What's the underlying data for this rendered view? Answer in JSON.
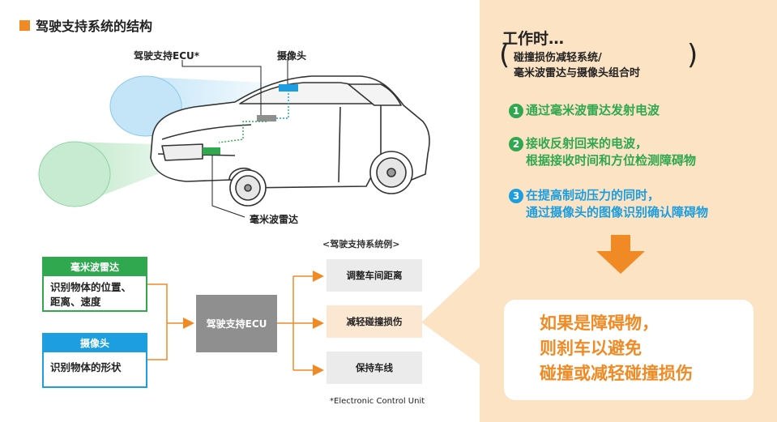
{
  "colors": {
    "orange": "#f08a24",
    "radar_green": "#2fa84f",
    "camera_blue": "#1c9ee0",
    "ecu_gray": "#8f8f8f",
    "right_bg": "#fce3c3",
    "highlight_box": "#fbe7d2"
  },
  "main_title": "驾驶支持系统的结构",
  "car_callouts": {
    "ecu": "驾驶支持ECU*",
    "camera": "摄像头",
    "radar": "毫米波雷达"
  },
  "inputs": {
    "radar": {
      "header": "毫米波雷达",
      "body": "识别物体的位置、距离、速度"
    },
    "camera": {
      "header": "摄像头",
      "body": "识别物体的形状"
    }
  },
  "ecu_box": "驾驶支持ECU",
  "examples_label": "<驾驶支持系统例>",
  "outputs": [
    "调整车间距离",
    "减轻碰撞损伤",
    "保持车线"
  ],
  "footnote": "*Electronic Control Unit",
  "right_panel": {
    "title": "工作时…",
    "condition_line1": "碰撞损伤减轻系统/",
    "condition_line2": "毫米波雷达与摄像头组合时",
    "steps": [
      {
        "num": "1",
        "line1": "通过毫米波雷达发射电波",
        "line2": ""
      },
      {
        "num": "2",
        "line1": "接收反射回来的电波，",
        "line2": "根据接收时间和方位检测障碍物"
      },
      {
        "num": "3",
        "line1": "在提高制动压力的同时，",
        "line2": "通过摄像头的图像识别确认障碍物"
      }
    ],
    "result_line1": "如果是障碍物，",
    "result_line2": "则刹车以避免",
    "result_line3": "碰撞或减轻碰撞损伤"
  }
}
